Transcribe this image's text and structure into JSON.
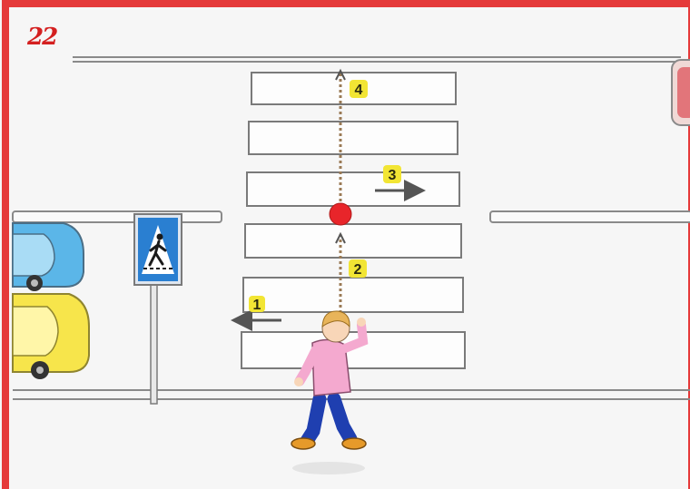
{
  "page_number": "22",
  "colors": {
    "frame": "#e53a3a",
    "road_line": "#8a8a8a",
    "crosswalk_stripe": "#fdfdfd",
    "path_dots": "#9a7a55",
    "stop_point": "#e8252a",
    "label_badge": "#f2e534",
    "sign_blue": "#2a7fd1",
    "shirt": "#f4a9cf",
    "pants": "#1f3fb0",
    "hair": "#e8b45a",
    "car_yellow": "#f7e54b",
    "car_blue": "#5bb6e8"
  },
  "icons": [
    "pedestrian-crossing-sign-icon",
    "traffic-light-icon",
    "car-icon"
  ],
  "steps": [
    {
      "label": "1",
      "direction": "left"
    },
    {
      "label": "2",
      "direction": "up"
    },
    {
      "label": "3",
      "direction": "right"
    },
    {
      "label": "4",
      "direction": "up"
    }
  ]
}
